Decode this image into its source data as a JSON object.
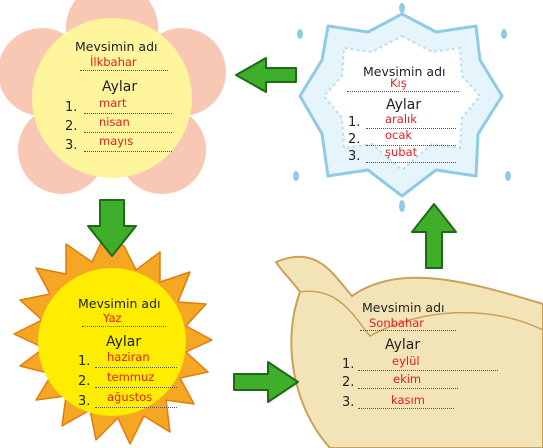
{
  "colors": {
    "answer": "#e31e24",
    "text": "#222222",
    "arrow_fill": "#3fae2a",
    "arrow_stroke": "#1f6a14",
    "flower_petal": "#f9c8b4",
    "flower_center": "#fff59d",
    "snow_fill": "#e6f4fb",
    "snow_stroke": "#8fcbe6",
    "sun_ray": "#f5a623",
    "sun_center": "#ffed00",
    "leaf_fill": "#f3e4b7",
    "leaf_stroke": "#c9a15a"
  },
  "spring": {
    "season_label": "Mevsimin adı",
    "season_name": "İlkbahar",
    "months_label": "Aylar",
    "months": [
      {
        "num": "1.",
        "name": "mart"
      },
      {
        "num": "2.",
        "name": "nisan"
      },
      {
        "num": "3.",
        "name": "mayıs"
      }
    ]
  },
  "winter": {
    "season_label": "Mevsimin adı",
    "season_name": "Kış",
    "months_label": "Aylar",
    "months": [
      {
        "num": "1.",
        "name": "aralık"
      },
      {
        "num": "2.",
        "name": "ocak"
      },
      {
        "num": "3.",
        "name": "şubat"
      }
    ]
  },
  "summer": {
    "season_label": "Mevsimin adı",
    "season_name": "Yaz",
    "months_label": "Aylar",
    "months": [
      {
        "num": "1.",
        "name": "haziran"
      },
      {
        "num": "2.",
        "name": "temmuz"
      },
      {
        "num": "3.",
        "name": "ağustos"
      }
    ]
  },
  "autumn": {
    "season_label": "Mevsimin adı",
    "season_name": "Sonbahar",
    "months_label": "Aylar",
    "months": [
      {
        "num": "1.",
        "name": "eylül"
      },
      {
        "num": "2.",
        "name": "ekim"
      },
      {
        "num": "3.",
        "name": "kasım"
      }
    ]
  }
}
